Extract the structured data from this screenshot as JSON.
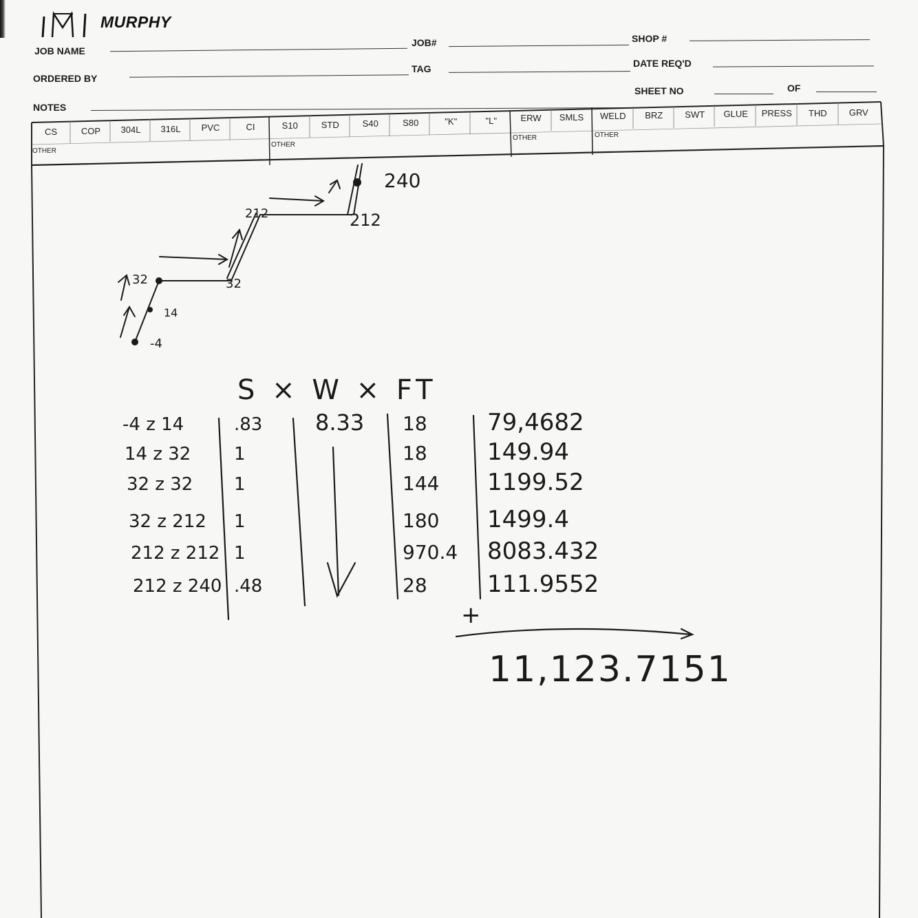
{
  "header": {
    "brand": "MURPHY",
    "job_name_label": "JOB NAME",
    "job_no_label": "JOB#",
    "shop_no_label": "SHOP #",
    "ordered_by_label": "ORDERED BY",
    "tag_label": "TAG",
    "date_reqd_label": "DATE REQ'D",
    "sheet_no_label": "SHEET NO",
    "of_label": "OF",
    "notes_label": "NOTES"
  },
  "material_options": {
    "materials": [
      "CS",
      "COP",
      "304L",
      "316L",
      "PVC",
      "CI"
    ],
    "schedules": [
      "S10",
      "STD",
      "S40",
      "S80",
      "\"K\"",
      "\"L\""
    ],
    "types": [
      "ERW",
      "SMLS"
    ],
    "joints": [
      "WELD",
      "BRZ",
      "SWT",
      "GLUE",
      "PRESS",
      "THD",
      "GRV"
    ],
    "other_label": "OTHER"
  },
  "sketch": {
    "elevations": [
      "240",
      "212",
      "212",
      "32",
      "32",
      "14",
      "-4"
    ]
  },
  "calc": {
    "formula": "S × W × FT",
    "rows": [
      {
        "range": "-4 z 14",
        "s": ".83",
        "w": "8.33",
        "ft": "18",
        "result": "79,4682"
      },
      {
        "range": "14 z 32",
        "s": "1",
        "w": "",
        "ft": "18",
        "result": "149.94"
      },
      {
        "range": "32 z 32",
        "s": "1",
        "w": "",
        "ft": "144",
        "result": "1199.52"
      },
      {
        "range": "32 z 212",
        "s": "1",
        "w": "",
        "ft": "180",
        "result": "1499.4"
      },
      {
        "range": "212 z 212",
        "s": "1",
        "w": "",
        "ft": "970.4",
        "result": "8083.432"
      },
      {
        "range": "212 z 240",
        "s": ".48",
        "w": "",
        "ft": "28",
        "result": "111.9552"
      }
    ],
    "sum_sign": "+",
    "total": "11,123.7151"
  }
}
